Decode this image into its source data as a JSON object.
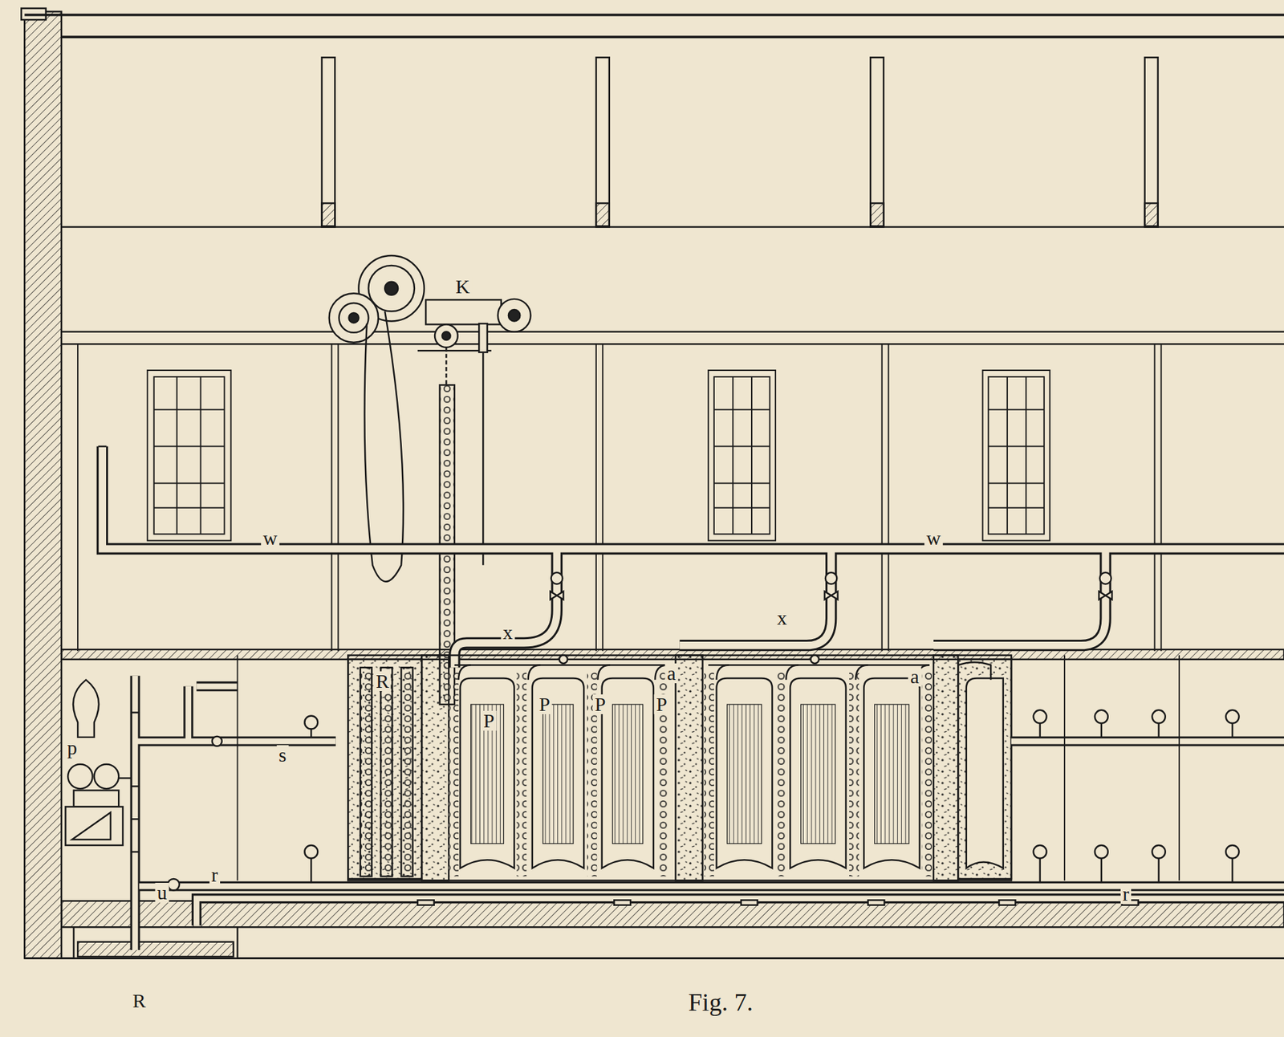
{
  "diagram": {
    "caption": "Fig. 7.",
    "labels": [
      "K",
      "w",
      "w",
      "x",
      "x",
      "a",
      "a",
      "P",
      "P",
      "P",
      "P",
      "R",
      "p",
      "s",
      "r",
      "u",
      "r",
      "R"
    ]
  }
}
